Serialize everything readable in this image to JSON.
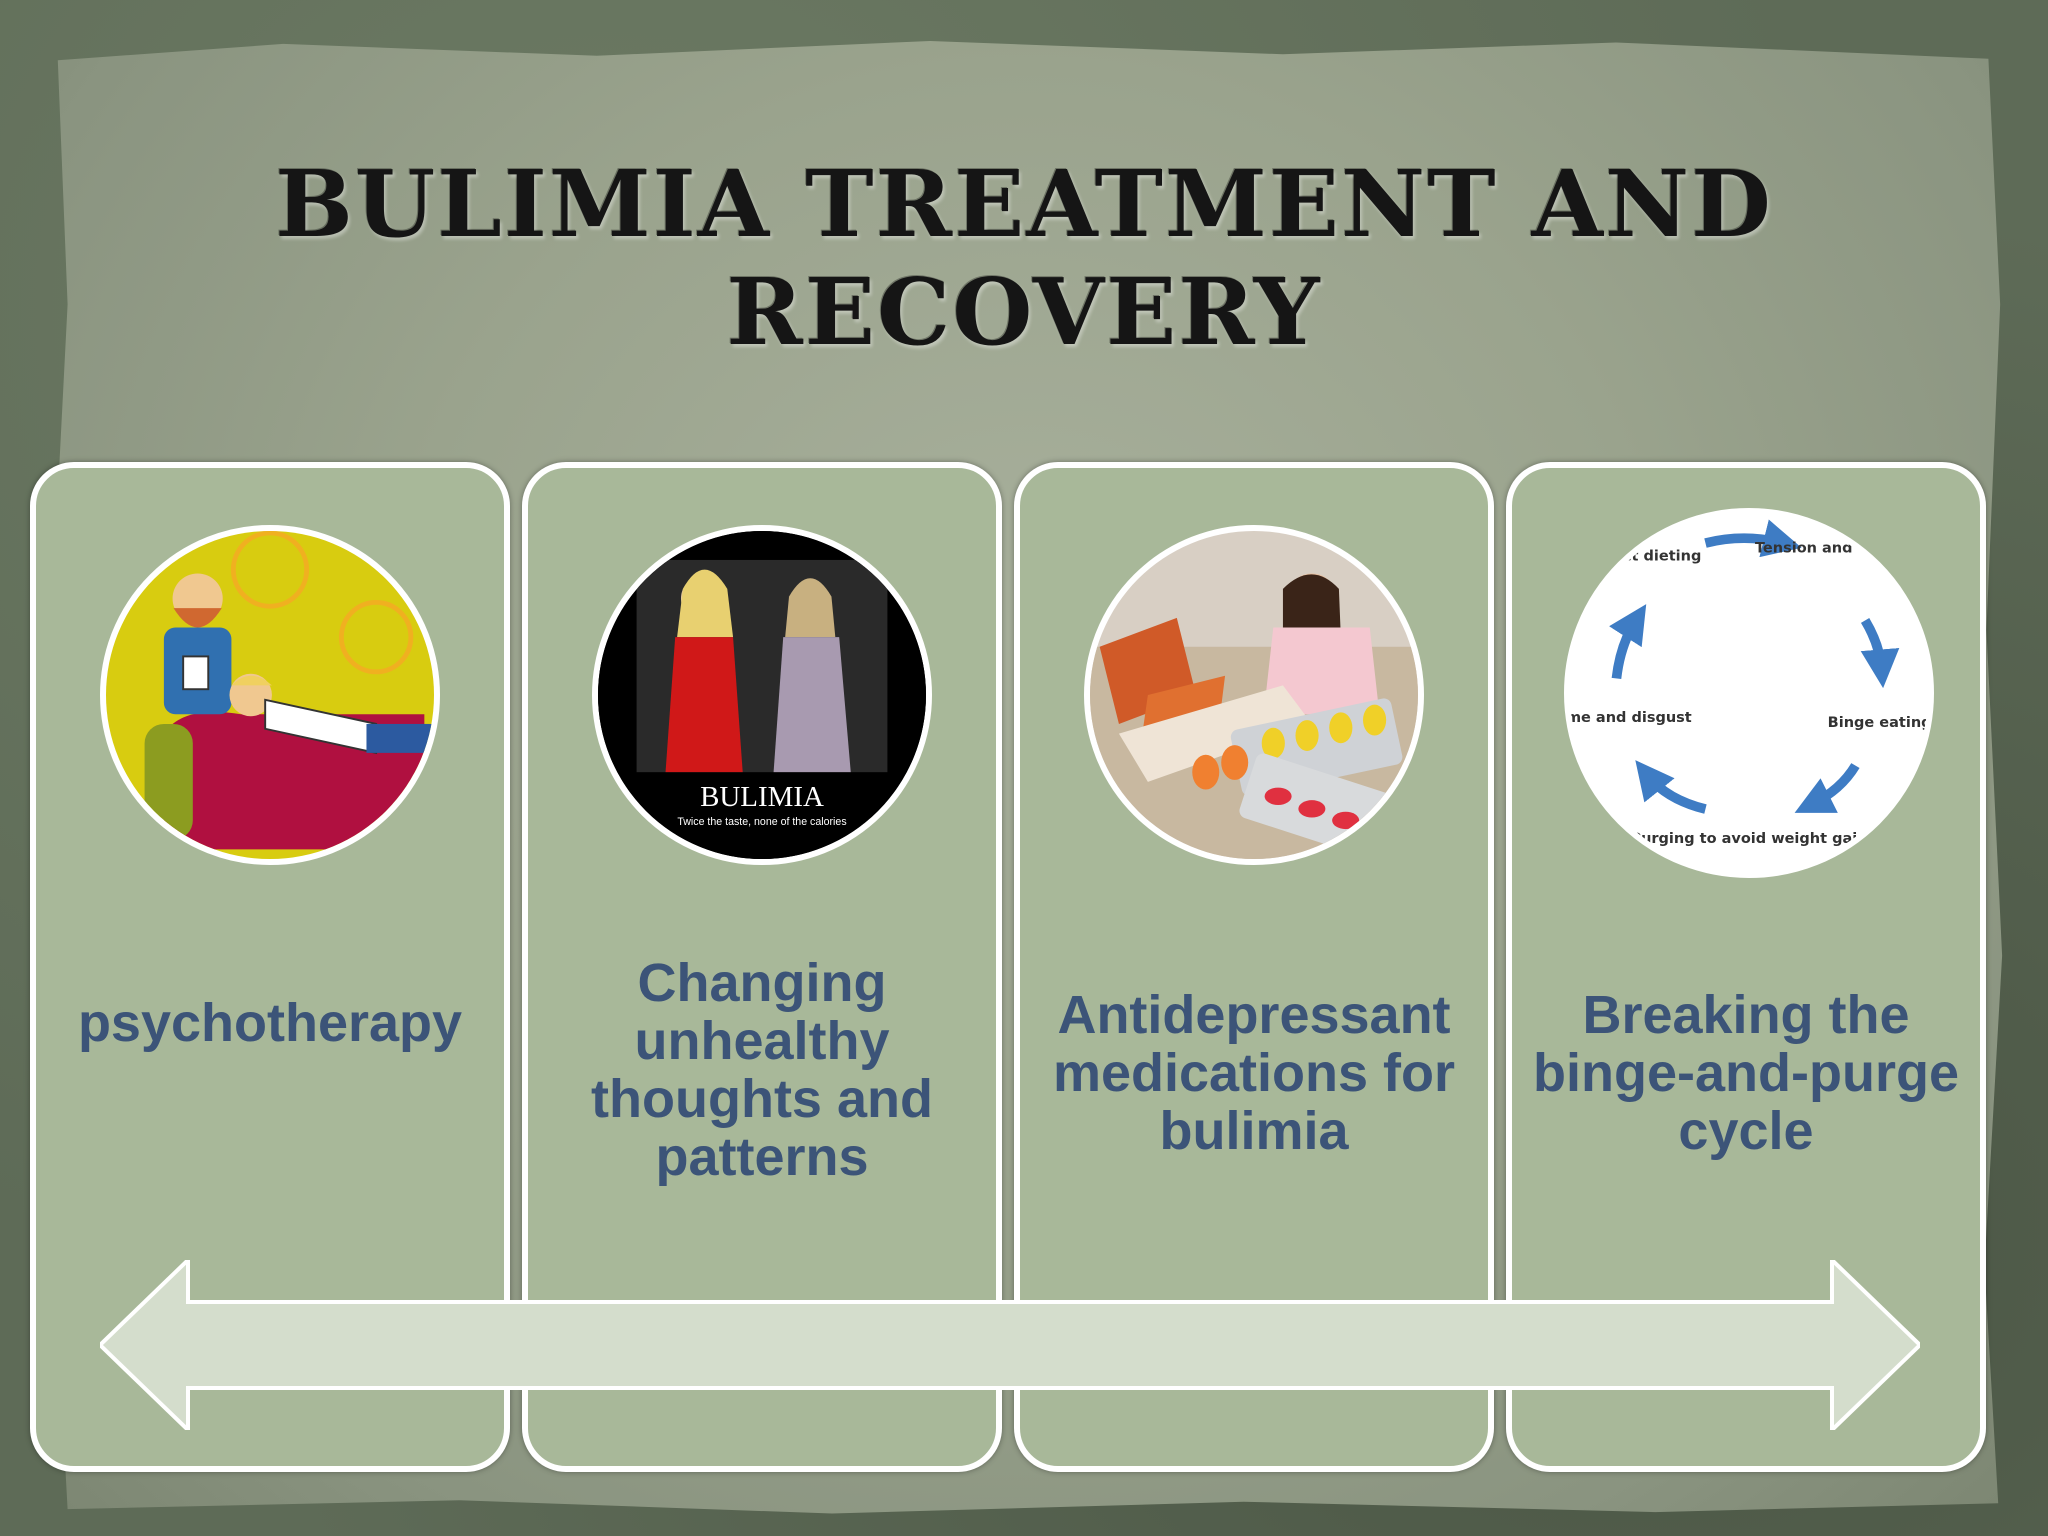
{
  "slide": {
    "title": "BULIMIA TREATMENT AND RECOVERY"
  },
  "cards": [
    {
      "label": "psychotherapy",
      "image_icon": "therapist-patient-illustration"
    },
    {
      "label": "Changing unhealthy thoughts and patterns",
      "image_icon": "bulimia-poster-photo",
      "poster_title": "BULIMIA",
      "poster_caption": "Twice the taste, none of the calories"
    },
    {
      "label": "Antidepressant medications for bulimia",
      "image_icon": "woman-with-pills-photo"
    },
    {
      "label": "Breaking the binge-and-purge cycle",
      "image_icon": "binge-purge-cycle-diagram",
      "cycle_steps": [
        "Strict dieting",
        "Tension and cravings",
        "Binge eating",
        "Purging to avoid weight gain",
        "Shame and disgust"
      ]
    }
  ],
  "colors": {
    "card_fill": "#a8b899",
    "label_text": "#3c5478",
    "title_text": "#151515",
    "arrow_fill": "#d4ddcc"
  }
}
